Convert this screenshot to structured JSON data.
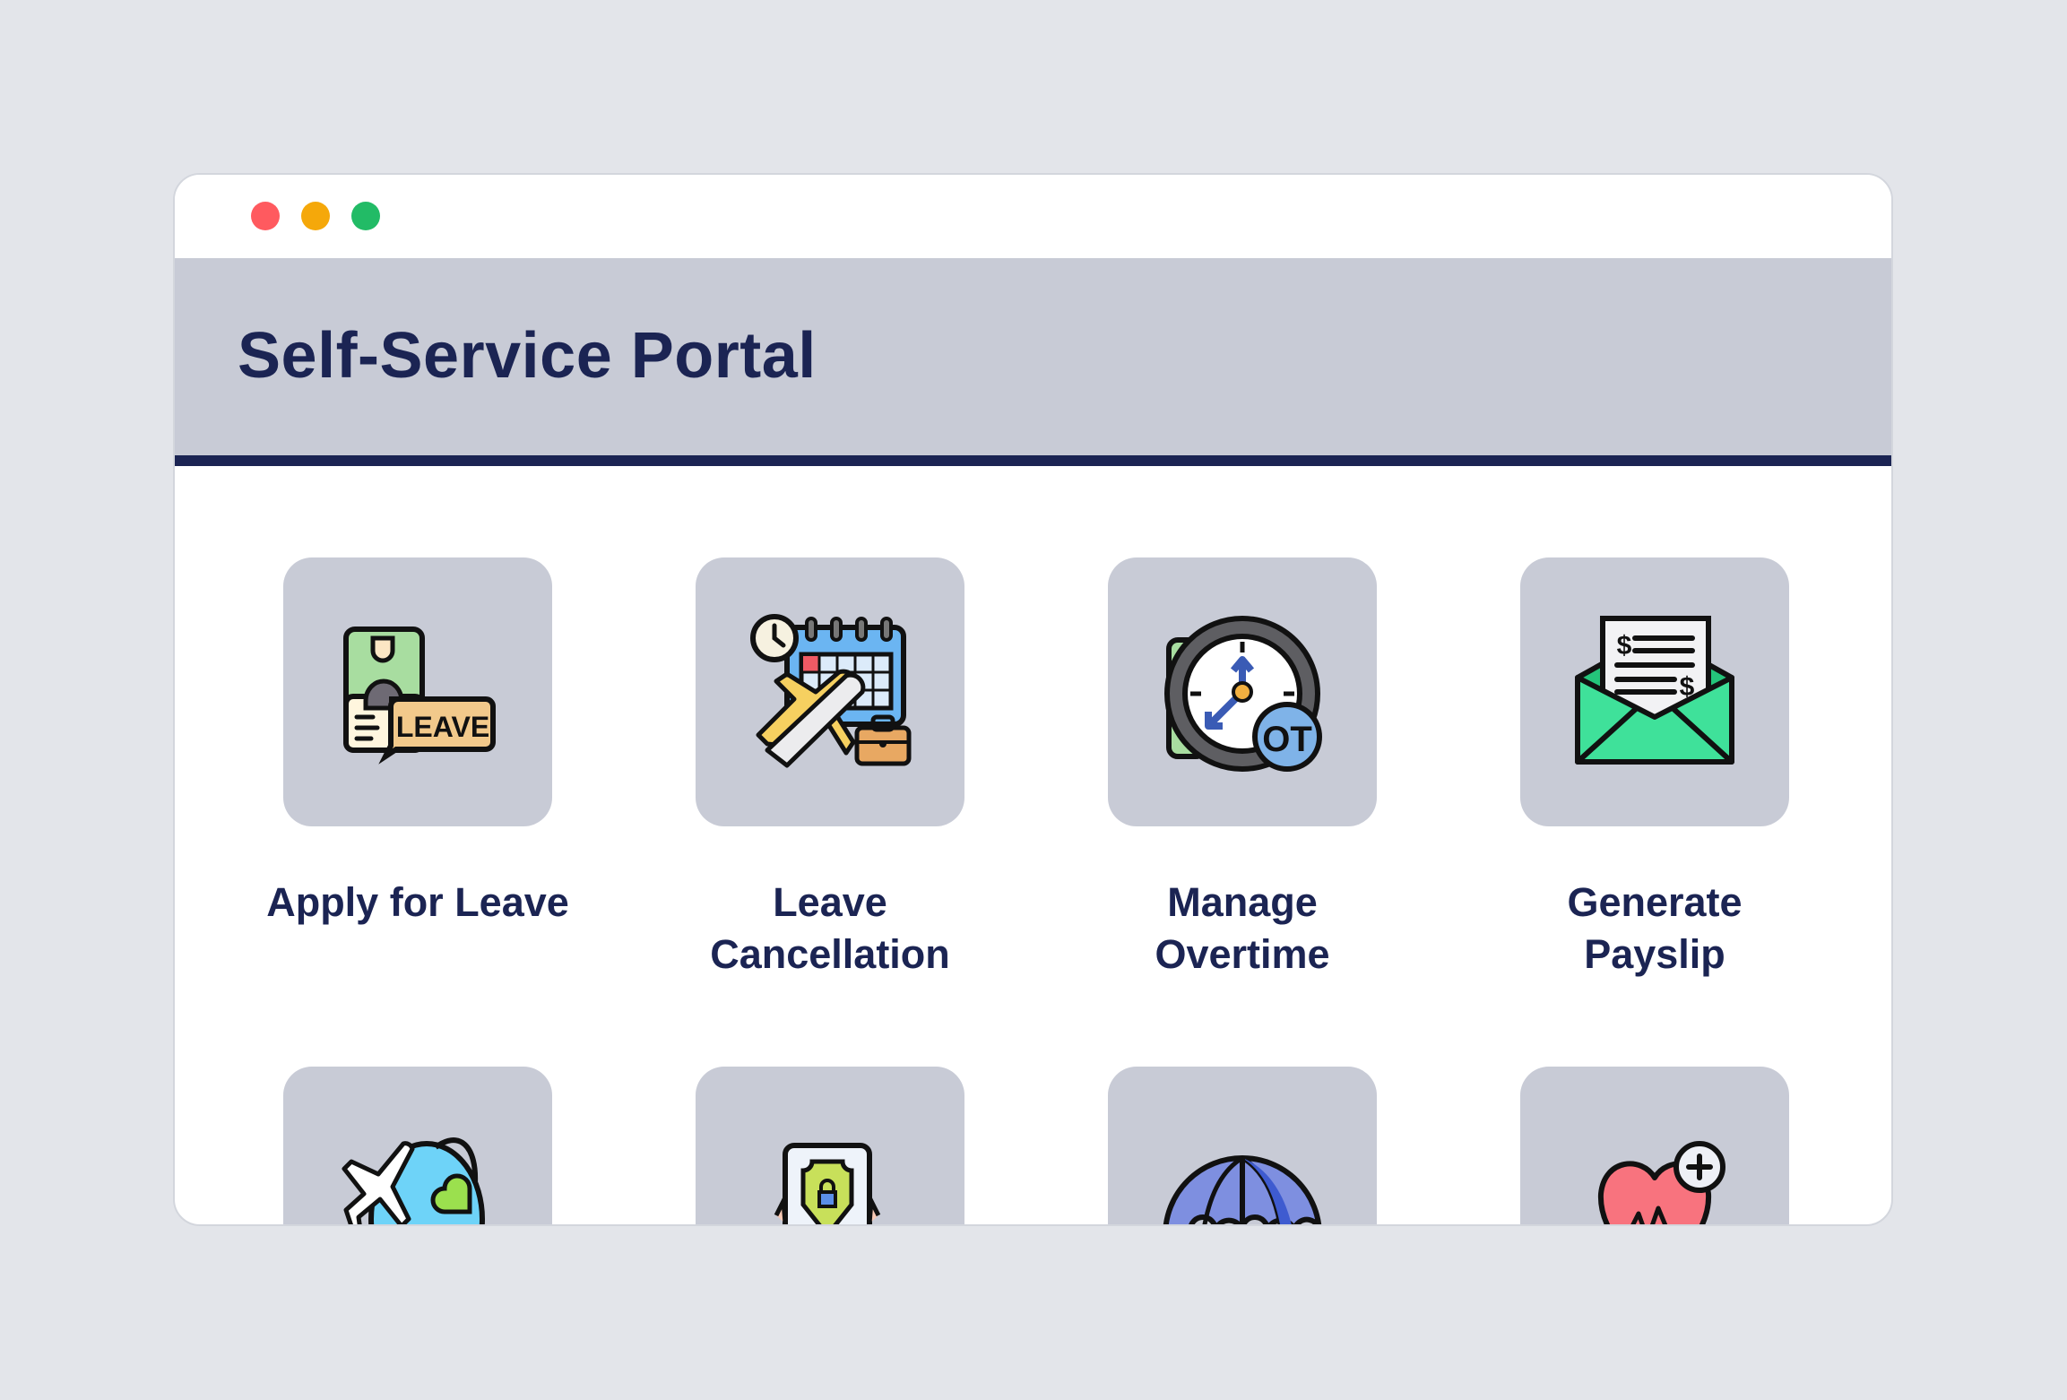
{
  "window": {
    "controls": [
      {
        "name": "close",
        "color": "#FF5A5F"
      },
      {
        "name": "minimize",
        "color": "#F5A80A"
      },
      {
        "name": "maximize",
        "color": "#22BB66"
      }
    ]
  },
  "header": {
    "title": "Self-Service Portal",
    "background": "#C8CBD6",
    "accent": "#1B2453"
  },
  "tiles": [
    {
      "label": "Apply for Leave",
      "icon": "leave-request-icon"
    },
    {
      "label": "Leave Cancellation",
      "icon": "calendar-travel-icon"
    },
    {
      "label": "Manage Overtime",
      "icon": "overtime-clock-icon"
    },
    {
      "label": "Generate Payslip",
      "icon": "payslip-envelope-icon"
    },
    {
      "label": "",
      "icon": "globe-airplane-icon"
    },
    {
      "label": "",
      "icon": "secure-document-shield-icon"
    },
    {
      "label": "",
      "icon": "umbrella-insurance-icon"
    },
    {
      "label": "",
      "icon": "health-heart-plus-icon"
    }
  ],
  "icon_text": {
    "leave_badge": "LEAVE",
    "ot_badge": "OT",
    "dollar": "$"
  }
}
